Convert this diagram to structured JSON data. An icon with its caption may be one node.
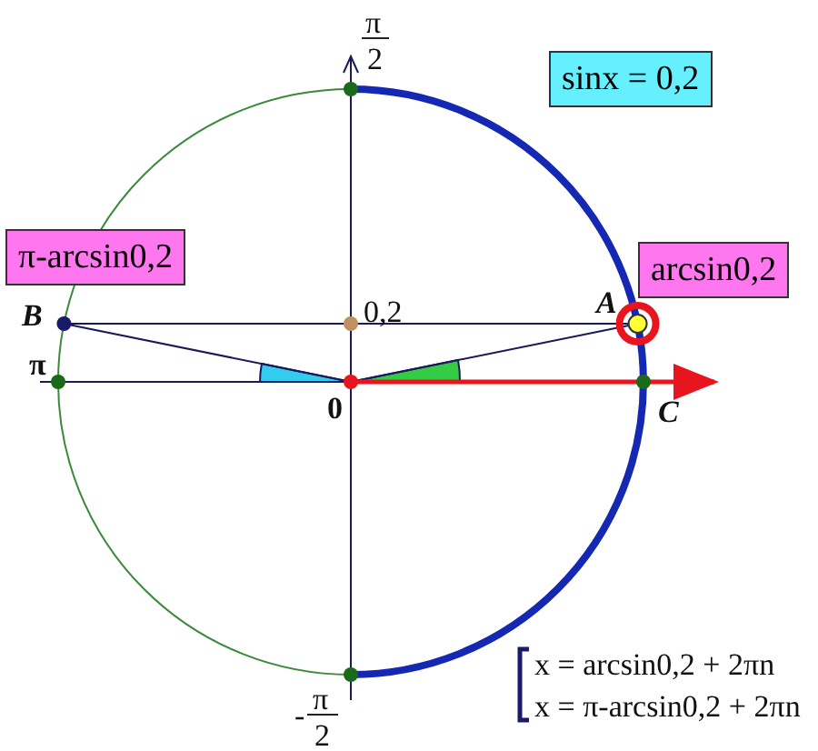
{
  "diagram": {
    "nodes": [
      {
        "text": [
          "sinx = 0,2"
        ]
      },
      {
        "text": [
          "π-arcsin0,2"
        ]
      },
      {
        "text": [
          "arcsin0,2"
        ]
      }
    ],
    "labels": [
      "π",
      "2",
      "0,2",
      "B",
      "A",
      "π",
      "0",
      "C",
      "x = arcsin0,2 + 2πn",
      "x = π-arcsin0,2 + 2πn",
      "π",
      "-",
      "2"
    ]
  }
}
